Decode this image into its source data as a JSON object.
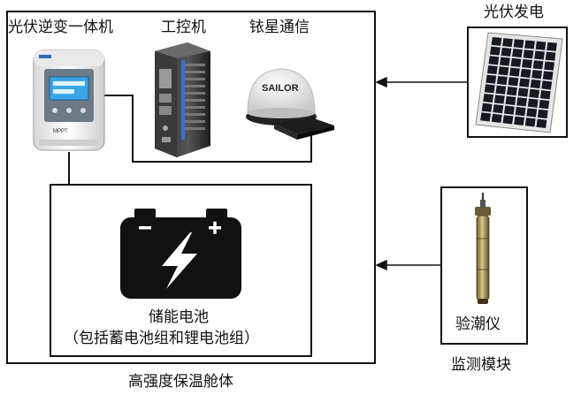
{
  "cabin": {
    "caption": "高强度保温舱体",
    "devices": {
      "inverter": "光伏逆变一体机",
      "ipc": "工控机",
      "sat": "铱星通信"
    },
    "battery": {
      "title": "储能电池",
      "subtitle": "（包括蓄电池组和锂电池组）"
    }
  },
  "solar": {
    "title": "光伏发电"
  },
  "monitor": {
    "device": "验潮仪",
    "caption": "监测模块"
  },
  "image_text": {
    "sat_brand": "SAILOR",
    "mppt": "MPPT"
  }
}
